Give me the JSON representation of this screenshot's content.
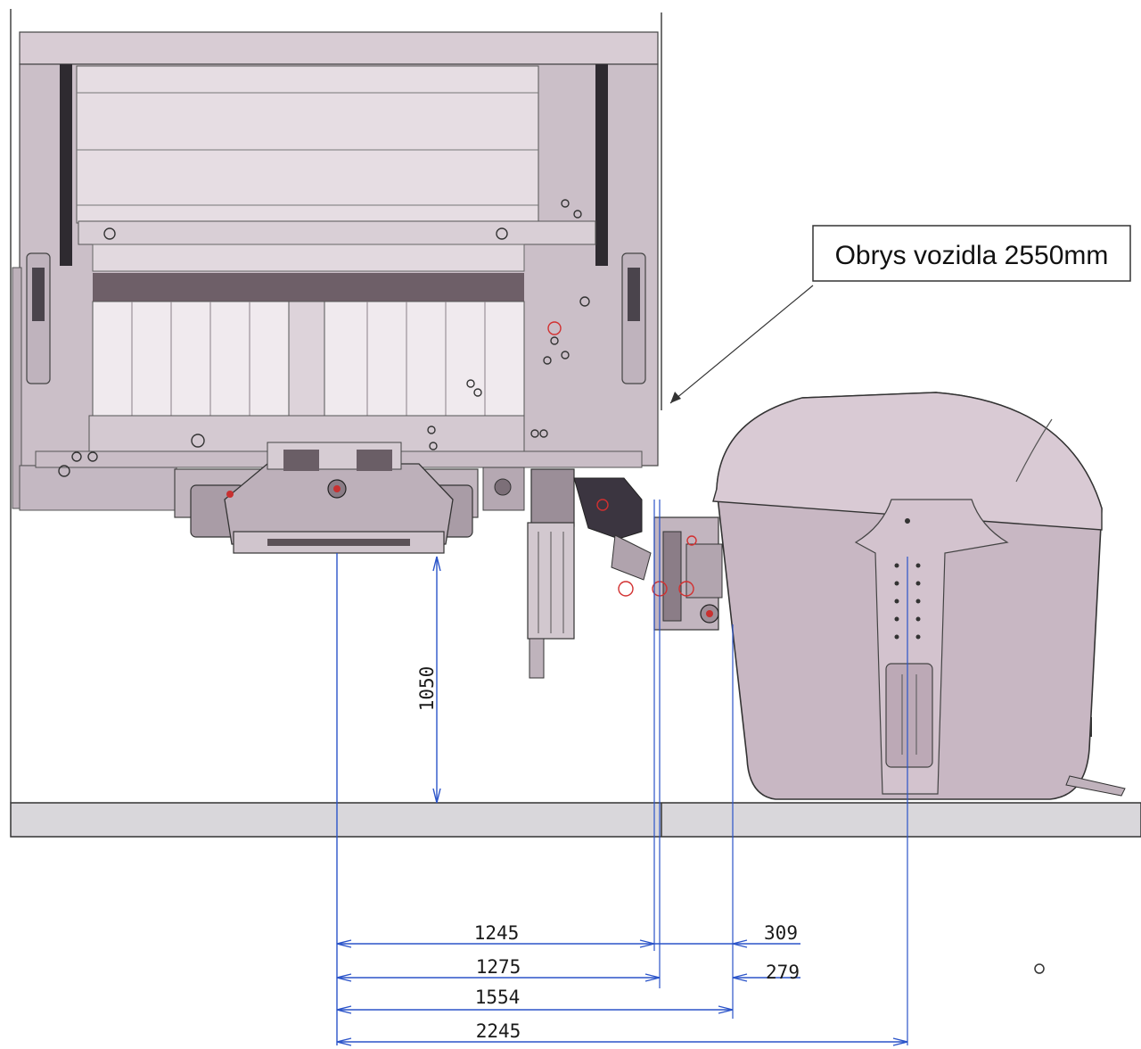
{
  "callout": {
    "text": "Obrys vozidla 2550mm"
  },
  "dimensions": {
    "height": "1050",
    "d1": "1245",
    "d2": "309",
    "d3": "1275",
    "d4": "279",
    "d5": "1554",
    "d6": "2245"
  },
  "colors": {
    "dimension_line": "#2b54c9",
    "truck_body": "#cfc3cb",
    "bin_body": "#c9b8c4",
    "ground": "#d6d4d8",
    "outline": "#3a3a3a"
  }
}
